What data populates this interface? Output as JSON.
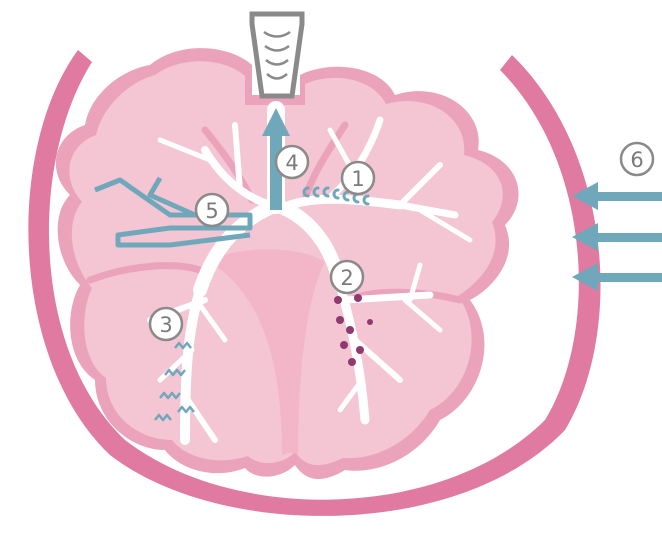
{
  "diagram": {
    "markers": [
      {
        "id": 1,
        "label": "1"
      },
      {
        "id": 2,
        "label": "2"
      },
      {
        "id": 3,
        "label": "3"
      },
      {
        "id": 4,
        "label": "4"
      },
      {
        "id": 5,
        "label": "5"
      },
      {
        "id": 6,
        "label": "6"
      }
    ]
  },
  "colors": {
    "chest_wall": "#e07aa0",
    "lung_fill": "#f4c5d3",
    "lung_edge": "#eaa3bb",
    "lung_inner": "#f2b6c8",
    "airway": "#ffffff",
    "arrow_teal": "#6fa8bb",
    "inflammation": "#8e3a6e",
    "trachea_outline": "#8a8a8a",
    "marker_stroke": "#8a8a8a"
  }
}
